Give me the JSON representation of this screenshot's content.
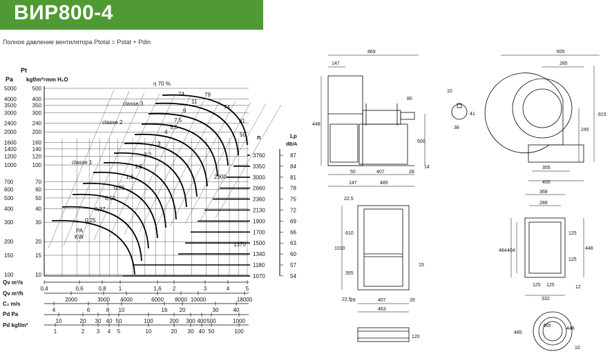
{
  "title": "ВИР800-4",
  "subtitle": "Полное давление вентилятора Ptotal = Pstat + Pdin",
  "chart": {
    "pt_label": "Pt",
    "pa_label": "Pa",
    "kgf_label": "kgf/m²=mm H₂O",
    "eta_label": "η 70 %",
    "n_label": "n",
    "lp_label": "Lp",
    "lp_unit": "dB/A",
    "pa_ticks": [
      "5000",
      "4000",
      "3500",
      "3000",
      "2400",
      "2000",
      "1600",
      "1400",
      "1200",
      "1000",
      "700",
      "600",
      "500",
      "400",
      "300",
      "200",
      "150",
      "100"
    ],
    "kgf_ticks": [
      "500",
      "400",
      "350",
      "300",
      "240",
      "200",
      "160",
      "140",
      "120",
      "100",
      "70",
      "60",
      "50",
      "40",
      "30",
      "20",
      "15",
      "10"
    ],
    "qv_m3s_label": "Qv m³/s",
    "qv_m3s_ticks": [
      "0,4",
      "0,6",
      "0,8",
      "1",
      "1,6",
      "2",
      "3",
      "4",
      "5"
    ],
    "qv_m3h_label": "Qv m³/h",
    "qv_m3h_ticks": [
      "2000",
      "3000",
      "4000",
      "6000",
      "8000",
      "10000",
      "18000"
    ],
    "c2_label": "C₂ m/s",
    "c2_ticks": [
      "4",
      "6",
      "8",
      "10",
      "16",
      "20",
      "30",
      "40"
    ],
    "pd_pa_label": "Pd Pa",
    "pd_pa_ticks": [
      "10",
      "20",
      "30",
      "40",
      "50",
      "100",
      "200",
      "300",
      "400",
      "500",
      "1000"
    ],
    "pd_kgf_label": "Pd kgf/m²",
    "pd_kgf_ticks": [
      "1",
      "2",
      "3",
      "4",
      "5",
      "10",
      "20",
      "30",
      "40",
      "50",
      "100"
    ],
    "class_labels": [
      "classe 3",
      "classe 2",
      "classe 1"
    ],
    "pa_kw_labels": [
      "PA",
      "KW"
    ],
    "power_labels": [
      "0,25",
      "0,37",
      "0,55",
      "0,75",
      "1,1",
      "1,5",
      "2,2",
      "3",
      "4",
      "5,5",
      "7,5",
      "9",
      "11"
    ],
    "efficiency_labels": [
      "74",
      "79",
      "74",
      "61",
      "50"
    ],
    "rpm_values": [
      "3760",
      "3350",
      "3000",
      "2660",
      "2360",
      "2130",
      "1900",
      "1700",
      "1500",
      "1340",
      "1180",
      "1070"
    ],
    "rpm_extra": [
      "2900",
      "1370"
    ],
    "lp_values": [
      "87",
      "84",
      "81",
      "78",
      "75",
      "72",
      "69",
      "66",
      "63",
      "60",
      "57",
      "54"
    ]
  },
  "drawings": {
    "side_view": {
      "dims": [
        "869",
        "147",
        "80",
        "448",
        "500",
        "50",
        "407",
        "28",
        "147",
        "485",
        "14"
      ]
    },
    "shaft_key": {
      "dims": [
        "10",
        "41",
        "38"
      ]
    },
    "front_view": {
      "dims": [
        "655",
        "285",
        "815",
        "245",
        "355",
        "400"
      ]
    },
    "outlet_flange": {
      "dims": [
        "22,5",
        "610",
        "1010",
        "355",
        "22,5",
        "28",
        "407",
        "28",
        "463",
        "15"
      ]
    },
    "outlet_side": {
      "dims": [
        "120"
      ]
    },
    "inlet_flange": {
      "dims": [
        "368",
        "288",
        "484",
        "404",
        "448",
        "125",
        "125",
        "125",
        "125",
        "12",
        "332"
      ]
    },
    "inlet_round": {
      "dims": [
        "485",
        "448",
        "465",
        "10"
      ]
    }
  }
}
